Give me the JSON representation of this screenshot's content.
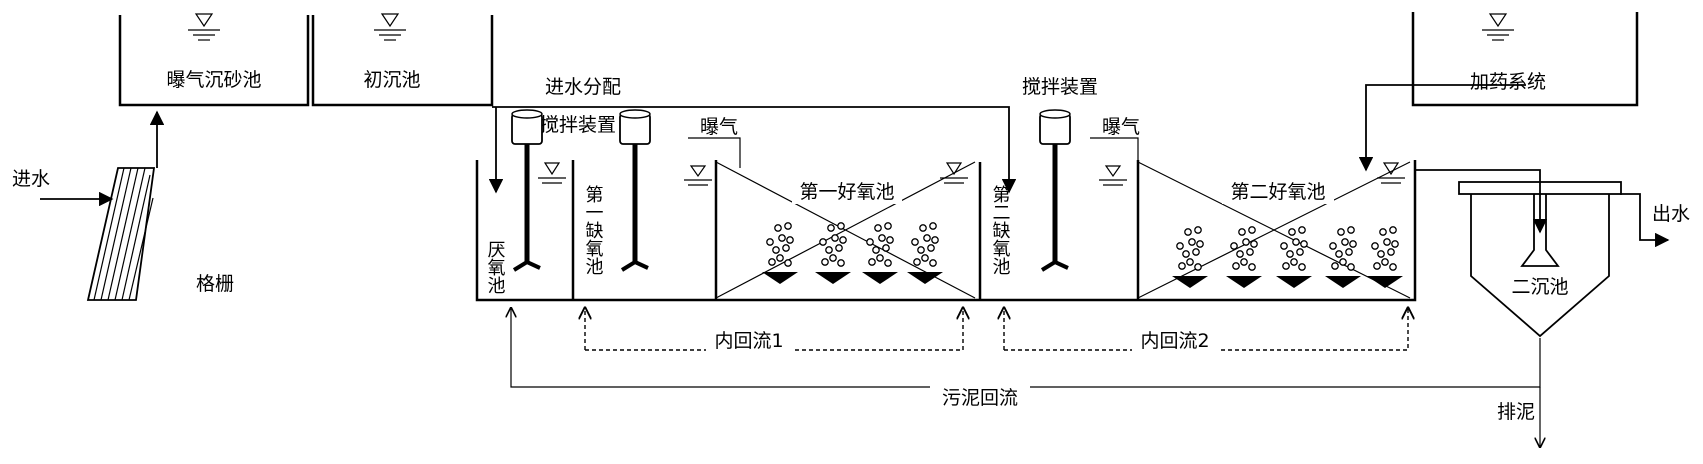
{
  "labels": {
    "inlet": "进水",
    "screen": "格栅",
    "aerated_grit": "曝气沉砂池",
    "primary_clarifier": "初沉池",
    "inflow_distribution": "进水分配",
    "mixer_1": "搅拌装置",
    "mixer_2": "搅拌装置",
    "aeration_1": "曝气",
    "aeration_2": "曝气",
    "dosing_system": "加药系统",
    "anaerobic_tank": "厌氧池",
    "first_anoxic": "第一缺氧池",
    "first_aerobic": "第一好氧池",
    "second_anoxic": "第二缺氧池",
    "second_aerobic": "第二好氧池",
    "secondary_clarifier": "二沉池",
    "outlet": "出水",
    "internal_recycle_1": "内回流1",
    "internal_recycle_2": "内回流2",
    "sludge_return": "污泥回流",
    "sludge_discharge": "排泥"
  }
}
